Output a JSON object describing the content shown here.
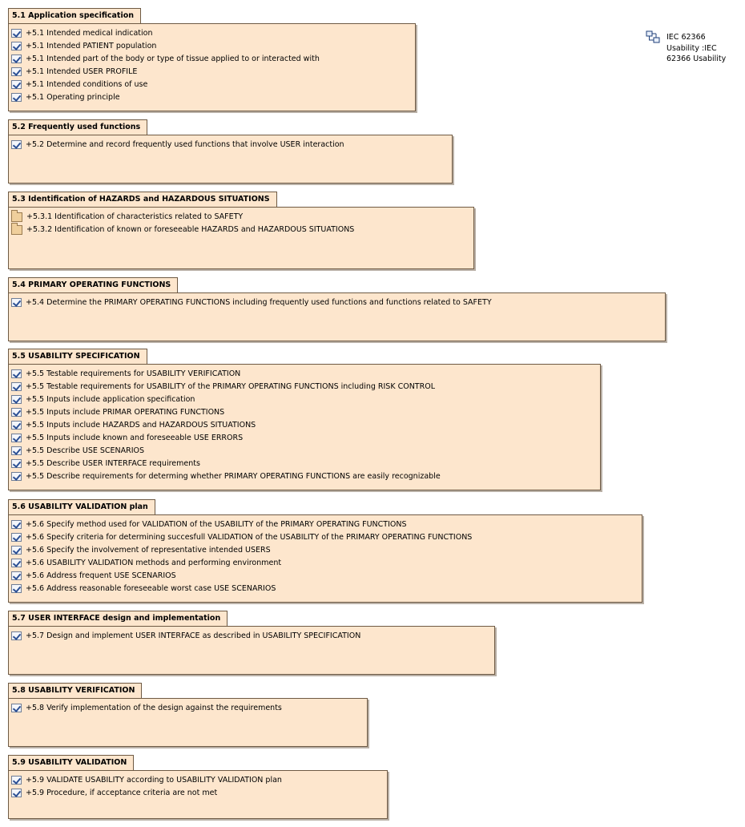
{
  "packages": [
    {
      "title": "5.1 Application specification",
      "items": [
        {
          "icon": "checkbox-icon",
          "label": "+5.1 Intended medical indication"
        },
        {
          "icon": "checkbox-icon",
          "label": "+5.1 Intended PATIENT population"
        },
        {
          "icon": "checkbox-icon",
          "label": "+5.1 Intended part of the body or type of tissue applied to or interacted with"
        },
        {
          "icon": "checkbox-icon",
          "label": "+5.1 Intended USER PROFILE"
        },
        {
          "icon": "checkbox-icon",
          "label": "+5.1 Intended conditions of use"
        },
        {
          "icon": "checkbox-icon",
          "label": "+5.1 Operating principle"
        }
      ]
    },
    {
      "title": "5.2 Frequently used functions",
      "items": [
        {
          "icon": "checkbox-icon",
          "label": "+5.2 Determine and record frequently used functions that involve USER interaction"
        }
      ]
    },
    {
      "title": "5.3 Identification of HAZARDS and HAZARDOUS SITUATIONS",
      "items": [
        {
          "icon": "folder-icon",
          "label": "+5.3.1 Identification of characteristics related to SAFETY"
        },
        {
          "icon": "folder-icon",
          "label": "+5.3.2 Identification of known or foreseeable HAZARDS and HAZARDOUS SITUATIONS"
        }
      ]
    },
    {
      "title": "5.4 PRIMARY OPERATING FUNCTIONS",
      "items": [
        {
          "icon": "checkbox-icon",
          "label": "+5.4 Determine the PRIMARY OPERATING FUNCTIONS including frequently used functions and functions related to SAFETY"
        }
      ]
    },
    {
      "title": "5.5 USABILITY SPECIFICATION",
      "items": [
        {
          "icon": "checkbox-icon",
          "label": "+5.5 Testable requirements for USABILITY VERIFICATION"
        },
        {
          "icon": "checkbox-icon",
          "label": "+5.5 Testable requirements for USABILITY of the PRIMARY OPERATING FUNCTIONS including RISK CONTROL"
        },
        {
          "icon": "checkbox-icon",
          "label": "+5.5 Inputs include application specification"
        },
        {
          "icon": "checkbox-icon",
          "label": "+5.5 Inputs include PRIMAR OPERATING FUNCTIONS"
        },
        {
          "icon": "checkbox-icon",
          "label": "+5.5 Inputs include HAZARDS and HAZARDOUS SITUATIONS"
        },
        {
          "icon": "checkbox-icon",
          "label": "+5.5 Inputs include known and foreseeable USE ERRORS"
        },
        {
          "icon": "checkbox-icon",
          "label": "+5.5 Describe USE SCENARIOS"
        },
        {
          "icon": "checkbox-icon",
          "label": "+5.5 Describe USER INTERFACE requirements"
        },
        {
          "icon": "checkbox-icon",
          "label": "+5.5 Describe requirements for determing whether PRIMARY OPERATING FUNCTIONS are easily recognizable"
        }
      ]
    },
    {
      "title": "5.6 USABILITY VALIDATION plan",
      "items": [
        {
          "icon": "checkbox-icon",
          "label": "+5.6 Specify method used for VALIDATION of the USABILITY of the PRIMARY OPERATING FUNCTIONS"
        },
        {
          "icon": "checkbox-icon",
          "label": "+5.6 Specify criteria for determining succesfull VALIDATION of the USABILITY of the PRIMARY OPERATING FUNCTIONS"
        },
        {
          "icon": "checkbox-icon",
          "label": "+5.6 Specify the involvement of representative intended USERS"
        },
        {
          "icon": "checkbox-icon",
          "label": "+5.6 USABILITY VALIDATION methods and performing environment"
        },
        {
          "icon": "checkbox-icon",
          "label": "+5.6 Address frequent USE SCENARIOS"
        },
        {
          "icon": "checkbox-icon",
          "label": "+5.6 Address reasonable foreseeable worst case USE SCENARIOS"
        }
      ]
    },
    {
      "title": "5.7 USER INTERFACE design and implementation",
      "items": [
        {
          "icon": "checkbox-icon",
          "label": "+5.7 Design and implement USER INTERFACE as described in USABILITY SPECIFICATION"
        }
      ]
    },
    {
      "title": "5.8 USABILITY VERIFICATION",
      "items": [
        {
          "icon": "checkbox-icon",
          "label": "+5.8 Verify implementation of the design against the requirements"
        }
      ]
    },
    {
      "title": "5.9 USABILITY VALIDATION",
      "items": [
        {
          "icon": "checkbox-icon",
          "label": "+5.9 VALIDATE USABILITY according to USABILITY VALIDATION plan"
        },
        {
          "icon": "checkbox-icon",
          "label": "+5.9 Procedure, if acceptance criteria are not met"
        }
      ]
    }
  ],
  "reference": {
    "icon": "package-link-icon",
    "lines": [
      "IEC 62366",
      "Usability :IEC",
      "62366 Usability"
    ]
  }
}
